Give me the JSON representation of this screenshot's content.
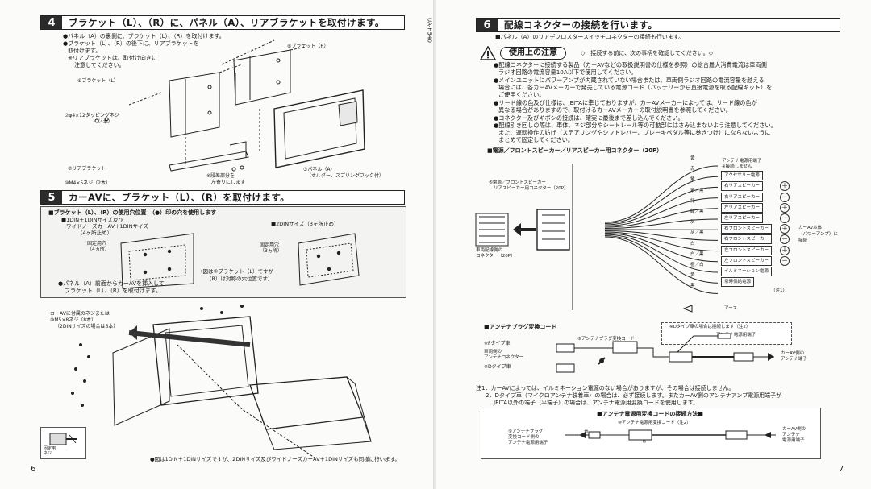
{
  "left_page": {
    "page_number": "6",
    "model_code": "UA-H540",
    "section4": {
      "number": "4",
      "title": "ブラケット（L）、（R）に、パネル（A）、リアブラケットを取付けます。",
      "notes": [
        "●パネル（A）の裏側に、ブラケット（L）、（R）を取付けます。",
        "●ブラケット（L）、（R）の後下に、リアブラケットを",
        "取付けます。",
        "※リアブラケットは、取付け向きに",
        "注意してください。"
      ],
      "labels": {
        "bracket_r": "⑥ブラケット（R）",
        "bracket_l": "⑥ブラケット（L）",
        "screw": "⑦φ4×12タッピングネジ",
        "screw_qty": "（4本）",
        "rear_bracket": "⑦リアブラケット",
        "m4_screw": "⑩M4×5ネジ（2本）",
        "step_note_1": "※段差部分を",
        "step_note_2": "左寄りにします",
        "panel_a_1": "③パネル（A）",
        "panel_a_2": "（ホルダー、スプリングフック付）"
      }
    },
    "section5": {
      "number": "5",
      "title": "カーAVに、ブラケット（L）、（R）を取付けます。",
      "holes_title": "■ブラケット（L）、（R）の使用穴位置　（●）印の穴を使用します",
      "din1_1": "■1DIN＋1DINサイズ及び",
      "din1_2": "ワイドノーズカーAV＋1DINサイズ",
      "din1_3": "（4ヶ所止め）",
      "din2": "■2DINサイズ（3ヶ所止め）",
      "fix4_1": "固定用穴",
      "fix4_2": "（4ヵ所）",
      "fix3_1": "固定用穴",
      "fix3_2": "（3ヵ所）",
      "fig_note_1": "（図は⑥ブラケット（L）ですが",
      "fig_note_2": "（R）は対称の穴位置です）",
      "insert_1": "●パネル（A）前面からカーAVを挿入して",
      "insert_2": "ブラケット（L）、（R）を取付けます。",
      "screw_1": "カーAVに付属のネジまたは",
      "screw_2": "⑩M5×8ネジ（8本）",
      "screw_3": "（2DINサイズの場合は6本）",
      "footer": "●図は1DIN＋1DINサイズですが、2DINサイズ及びワイドノーズカーAV＋1DINサイズも同様に行います。",
      "inset_1": "固定用",
      "inset_2": "ネジ"
    }
  },
  "right_page": {
    "page_number": "7",
    "section6": {
      "number": "6",
      "title": "配線コネクターの接続を行います。",
      "subnote": "■パネル（A）のリアデフロスタースイッチコネクターの接続も行います。"
    },
    "caution": {
      "title": "使用上の注意",
      "lead": "◇　接続する前に、次の事柄を確認してください。◇",
      "lines": [
        "●配線コネクターに接続する製品（カーAVなどの取扱説明書の仕様を参照）の総合最大消費電流は車両側",
        "ラジオ回路の電流容量10A以下で使用してください。",
        "●メインユニットにパワーアンプが内蔵されていない場合または、車両側ラジオ回路の電流容量を越える",
        "場合には、各カーAVメーカーで発売している電源コード（バッテリーから直接電源を取る配線キット）を",
        "ご使用ください。",
        "●リード線の色及び仕様は、JEITAに準じておりますが、カーAVメーカーによっては、リード線の色が",
        "異なる場合がありますので、取付けるカーAVメーカーの取付説明書を参照してください。",
        "●コネクター及びギボシの接続は、確実に最後まで差し込んでください。",
        "●配線引き回しの際は、車体、ネジ部分やシートレール等の可動部にはさみ込まないよう注意してください。",
        "また、運転操作の妨げ（ステアリングやシフトレバー、ブレーキペダル等に巻きつけ）にならないように",
        "まとめて固定してください。"
      ]
    },
    "wiring": {
      "title": "■電源／フロントスピーカー／リアスピーカー用コネクター（20P）",
      "conn_label_1": "⑤電源／フロントスピーカー",
      "conn_label_2": "リアスピーカー用コネクター（20P）",
      "veh_label_1": "車両配線側の",
      "veh_label_2": "コネクター（20P）",
      "antenna_note_1": "アンテナ電源用端子",
      "antenna_note_2": "※接続しません",
      "car_av_1": "カーAV本体",
      "car_av_2": "（パワーアンプ）に",
      "car_av_3": "接続",
      "ground_label": "アース",
      "note1_tag": "（注1）",
      "wires": [
        {
          "color": "黄",
          "label": "",
          "sign": ""
        },
        {
          "color": "赤",
          "label": "アクセサリー電源",
          "sign": ""
        },
        {
          "color": "紫",
          "label": "右リアスピーカー",
          "sign": "＋"
        },
        {
          "color": "紫／黒",
          "label": "右リアスピーカー",
          "sign": "－"
        },
        {
          "color": "緑",
          "label": "左リアスピーカー",
          "sign": "＋"
        },
        {
          "color": "緑／黒",
          "label": "左リアスピーカー",
          "sign": "－"
        },
        {
          "color": "灰",
          "label": "右フロントスピーカー",
          "sign": "＋"
        },
        {
          "color": "灰／黒",
          "label": "右フロントスピーカー",
          "sign": "－"
        },
        {
          "color": "白",
          "label": "左フロントスピーカー",
          "sign": "＋"
        },
        {
          "color": "白／黒",
          "label": "左フロントスピーカー",
          "sign": "－"
        },
        {
          "color": "橙／白",
          "label": "イルミネーション電源",
          "sign": ""
        },
        {
          "color": "黄",
          "label": "常時供給電源",
          "sign": ""
        },
        {
          "color": "黒",
          "label": "",
          "sign": ""
        }
      ]
    },
    "antenna": {
      "title": "■アンテナプラグ変換コード",
      "d_type_note": "※Dタイプ車の場合は接続します（注2）",
      "antenna_terminal": "アンテナ電源用端子",
      "adapter": "⑨アンテナプラグ変換コード",
      "f_type": "※Fタイプ車",
      "vehicle_1": "車両側の",
      "vehicle_2": "アンテナコネクター",
      "d_type": "※Dタイプ車",
      "car_av_1": "カーAV側の",
      "car_av_2": "アンテナ端子"
    },
    "footnotes": [
      "注1．カーAVによっては、イルミネーション電源のない場合がありますが、その場合は接続しません。",
      "2．Dタイプ車（マイクロアンテナ装着車）の場合は、必ず接続します。またカーAV側のアンテナアンプ電源用端子が",
      "JEITA以外の端子（平端子）の場合は、アンテナ電源用変換コードを使用します。"
    ],
    "power_cord": {
      "title": "■アンテナ電源用変換コードの接続方法■",
      "cord": "⑩アンテナ電源用変換コード（注2）",
      "left_1": "⑨アンテナプラグ",
      "left_2": "変換コード側の",
      "left_3": "アンテナ電源用端子",
      "blue1": "青",
      "blue2": "青",
      "right_1": "カーAV側の",
      "right_2": "アンテナ",
      "right_3": "電源用端子"
    }
  }
}
